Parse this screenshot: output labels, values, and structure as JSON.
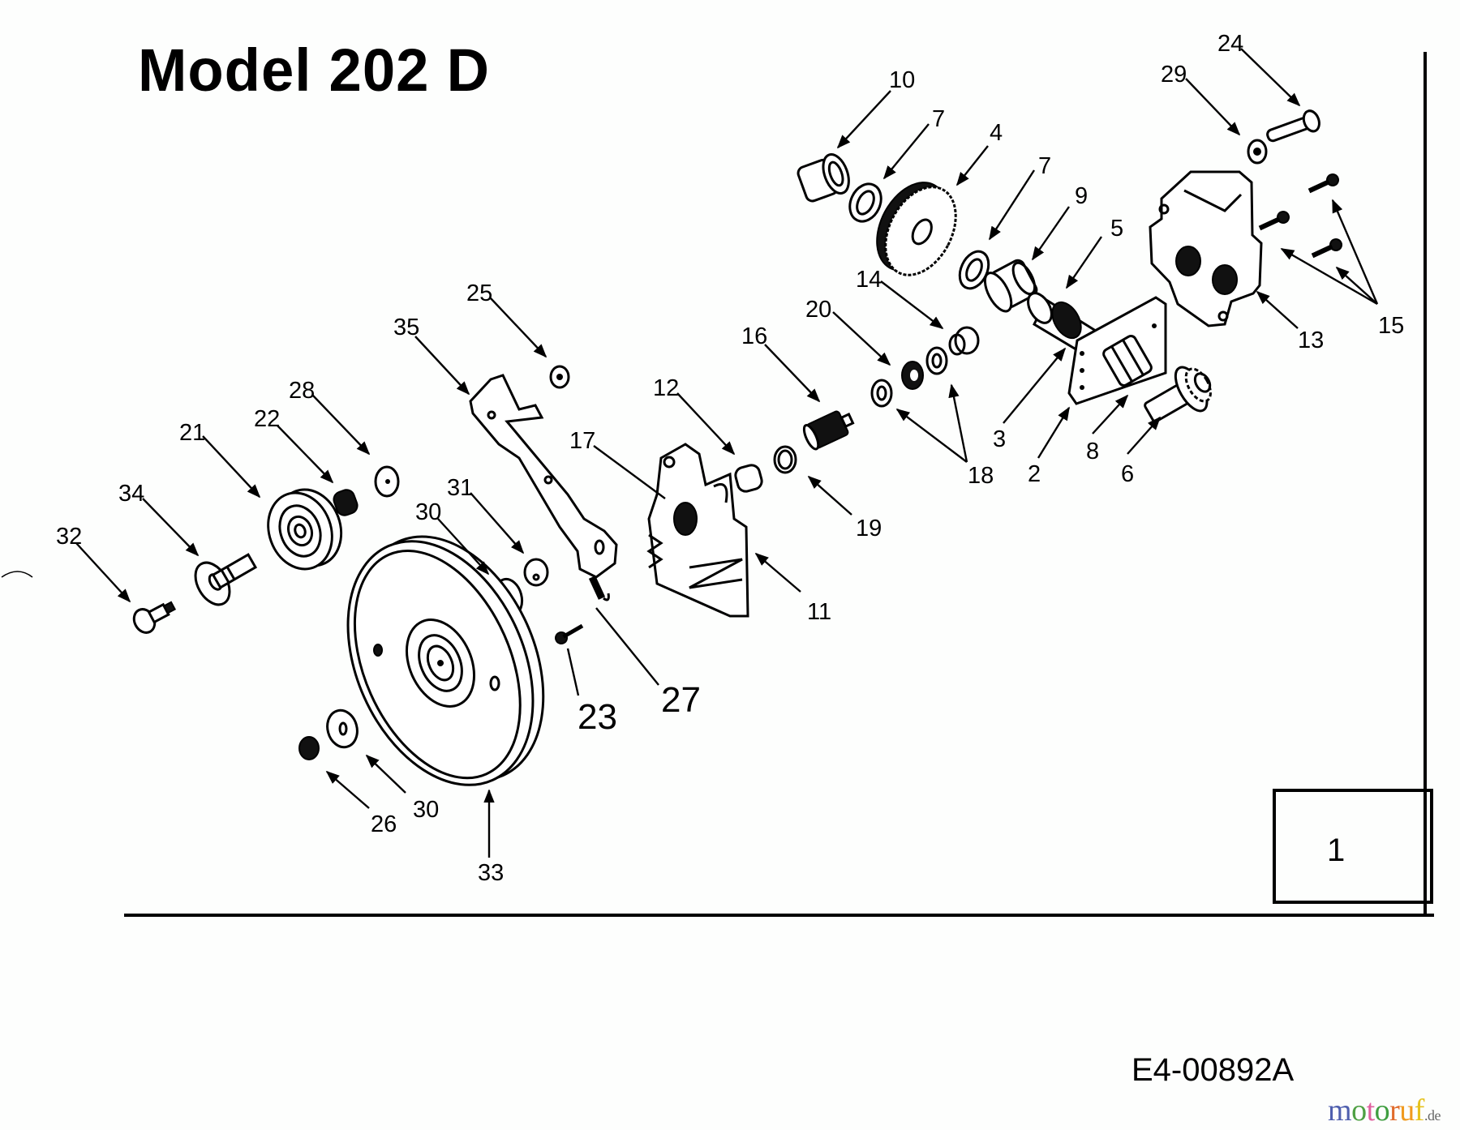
{
  "title": "Model 202 D",
  "drawing_number": "E4-00892A",
  "page_number": "1",
  "watermark": {
    "letters": [
      {
        "ch": "m",
        "color": "#4f5fae"
      },
      {
        "ch": "o",
        "color": "#4ea043"
      },
      {
        "ch": "t",
        "color": "#e0609e"
      },
      {
        "ch": "o",
        "color": "#3f9e40"
      },
      {
        "ch": "r",
        "color": "#e06b2c"
      },
      {
        "ch": "u",
        "color": "#f09a1e"
      },
      {
        "ch": "f",
        "color": "#e6c21e"
      }
    ],
    "suffix": ".de"
  },
  "callouts": [
    {
      "id": "c10",
      "label": "10"
    },
    {
      "id": "c7a",
      "label": "7"
    },
    {
      "id": "c4",
      "label": "4"
    },
    {
      "id": "c7b",
      "label": "7"
    },
    {
      "id": "c9",
      "label": "9"
    },
    {
      "id": "c5",
      "label": "5"
    },
    {
      "id": "c14",
      "label": "14"
    },
    {
      "id": "c24",
      "label": "24"
    },
    {
      "id": "c29",
      "label": "29"
    },
    {
      "id": "c13",
      "label": "13"
    },
    {
      "id": "c15",
      "label": "15"
    },
    {
      "id": "c20",
      "label": "20"
    },
    {
      "id": "c16",
      "label": "16"
    },
    {
      "id": "c18",
      "label": "18"
    },
    {
      "id": "c3",
      "label": "3"
    },
    {
      "id": "c2",
      "label": "2"
    },
    {
      "id": "c8",
      "label": "8"
    },
    {
      "id": "c6",
      "label": "6"
    },
    {
      "id": "c12",
      "label": "12"
    },
    {
      "id": "c19",
      "label": "19"
    },
    {
      "id": "c11",
      "label": "11"
    },
    {
      "id": "c25",
      "label": "25"
    },
    {
      "id": "c35",
      "label": "35"
    },
    {
      "id": "c17",
      "label": "17"
    },
    {
      "id": "c28",
      "label": "28"
    },
    {
      "id": "c22",
      "label": "22"
    },
    {
      "id": "c21",
      "label": "21"
    },
    {
      "id": "c34",
      "label": "34"
    },
    {
      "id": "c32",
      "label": "32"
    },
    {
      "id": "c31",
      "label": "31"
    },
    {
      "id": "c30a",
      "label": "30"
    },
    {
      "id": "c23",
      "label": "23"
    },
    {
      "id": "c27",
      "label": "27"
    },
    {
      "id": "c30b",
      "label": "30"
    },
    {
      "id": "c26",
      "label": "26"
    },
    {
      "id": "c33",
      "label": "33"
    }
  ]
}
